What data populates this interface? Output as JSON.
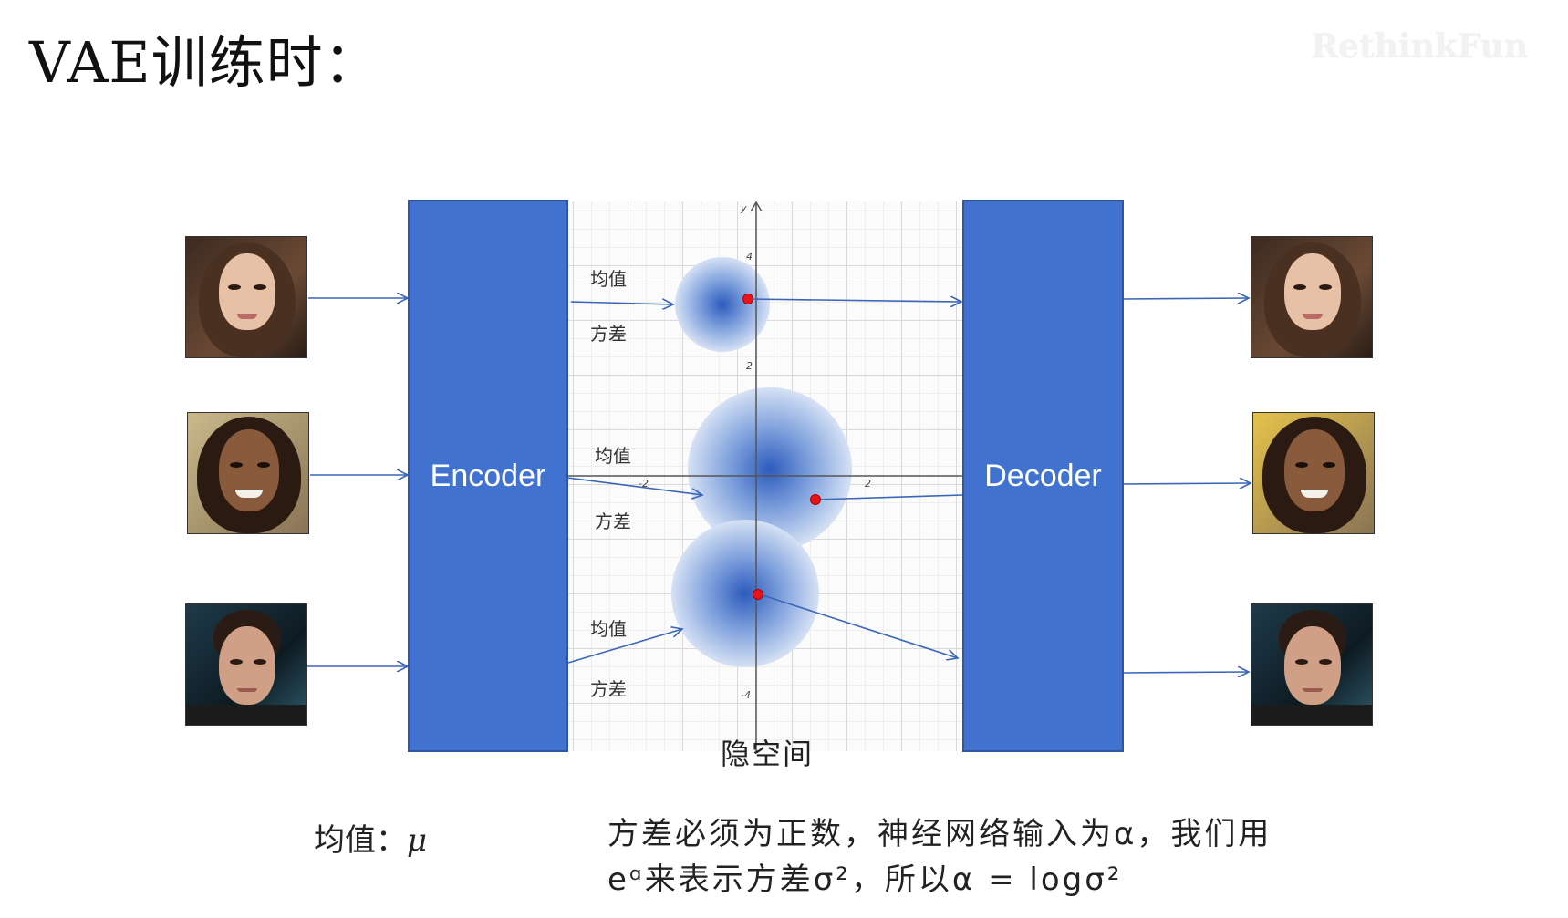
{
  "title": "VAE训练时：",
  "watermark": "RethinkFun",
  "encoder_label": "Encoder",
  "decoder_label": "Decoder",
  "latent_space_label": "隐空间",
  "mean_label": "均值",
  "variance_label": "方差",
  "axis": {
    "y_label": "y",
    "ticks": [
      "4",
      "2",
      "-2",
      "2",
      "-4"
    ]
  },
  "bottom": {
    "mean_text": "均值：",
    "mean_symbol": "μ",
    "note_line1": "方差必须为正数，神经网络输入为α，我们用",
    "note_line2": "eᵅ来表示方差σ²，所以α = logσ²"
  },
  "colors": {
    "block_blue": "#4272cf",
    "arrow_blue": "#3a66b8",
    "sample_dot": "#e8141b"
  }
}
